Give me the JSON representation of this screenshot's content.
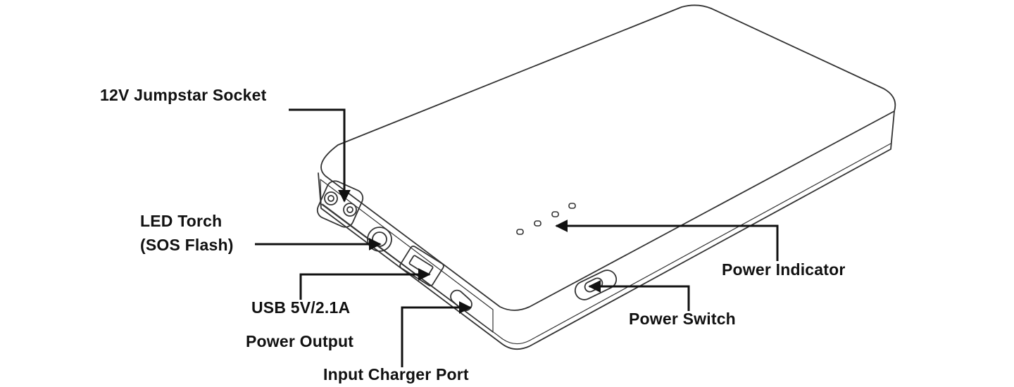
{
  "labels": {
    "jumpstart_socket": "12V Jumpstar Socket",
    "led_torch_line1": "LED Torch",
    "led_torch_line2": "(SOS Flash)",
    "usb_line1": "USB 5V/2.1A",
    "usb_line2": "Power Output",
    "input_port": "Input Charger Port",
    "power_indicator": "Power Indicator",
    "power_switch": "Power Switch"
  },
  "colors": {
    "ink": "#111111",
    "outline": "#333333",
    "background": "#ffffff"
  }
}
